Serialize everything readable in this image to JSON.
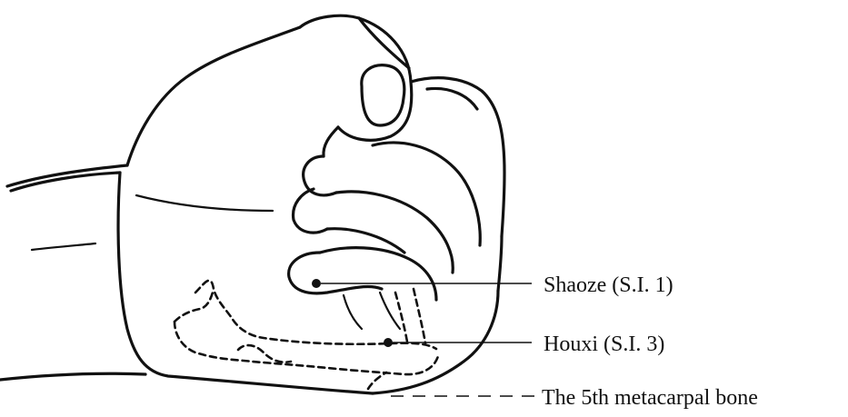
{
  "labels": {
    "shaoze": "Shaoze (S.I. 1)",
    "houxi": "Houxi (S.I. 3)",
    "metacarpal": "The 5th metacarpal bone"
  },
  "colors": {
    "ink": "#111111",
    "background": "#ffffff"
  }
}
